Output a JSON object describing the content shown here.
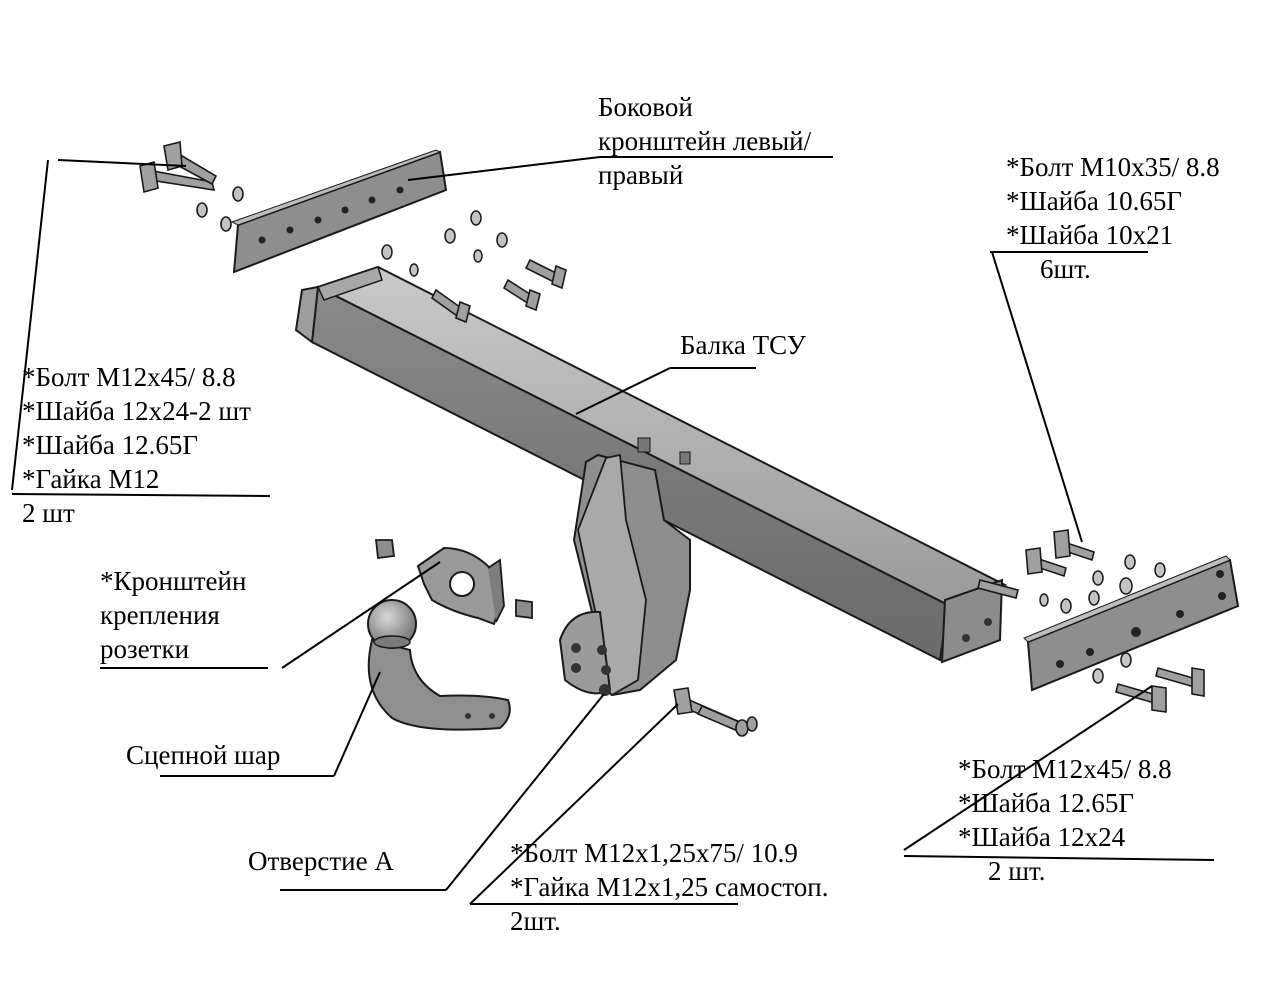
{
  "diagram": {
    "colors": {
      "metal": "#8f8f8f",
      "metal_light": "#b5b5b5",
      "metal_dark": "#5e5e5e",
      "outline": "#1a1a1a",
      "leader": "#000000"
    },
    "labels": {
      "side_bracket": [
        "Боковой",
        "кронштейн левый/",
        "правый"
      ],
      "right_fasteners": [
        "*Болт М10х35/ 8.8",
        "*Шайба 10.65Г",
        "*Шайба 10х21",
        "6шт."
      ],
      "beam": "Балка ТСУ",
      "left_fasteners": [
        "*Болт М12х45/ 8.8",
        "*Шайба 12х24-2 шт",
        "*Шайба 12.65Г",
        "*Гайка М12",
        "2 шт"
      ],
      "socket_bracket": [
        "*Кронштейн",
        "крепления",
        "розетки"
      ],
      "tow_ball": "Сцепной шар",
      "hole_a": "Отверстие  А",
      "ball_fasteners": [
        "*Болт М12х1,25х75/ 10.9",
        "*Гайка М12х1,25 самостоп.",
        "2шт."
      ],
      "bottom_right_fasteners": [
        "*Болт М12х45/ 8.8",
        "*Шайба 12.65Г",
        "*Шайба 12х24",
        "2 шт."
      ]
    }
  }
}
